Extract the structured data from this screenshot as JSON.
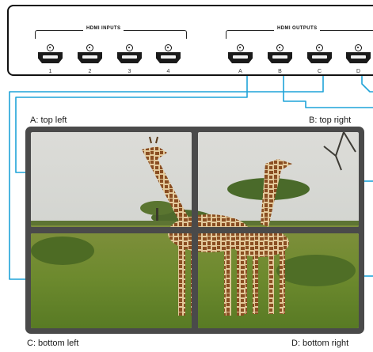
{
  "device": {
    "inputs_title": "HDMI INPUTS",
    "outputs_title": "HDMI OUTPUTS",
    "inputs": [
      {
        "label": "1"
      },
      {
        "label": "2"
      },
      {
        "label": "3"
      },
      {
        "label": "4"
      }
    ],
    "outputs": [
      {
        "label": "A"
      },
      {
        "label": "B"
      },
      {
        "label": "C"
      },
      {
        "label": "D"
      }
    ]
  },
  "screens": {
    "top_left": "A: top left",
    "top_right": "B: top right",
    "bottom_left": "C: bottom left",
    "bottom_right": "D: bottom right"
  },
  "colors": {
    "cable": "#1fa3d8",
    "bezel": "#4a4a4a",
    "device_outline": "#111111"
  }
}
